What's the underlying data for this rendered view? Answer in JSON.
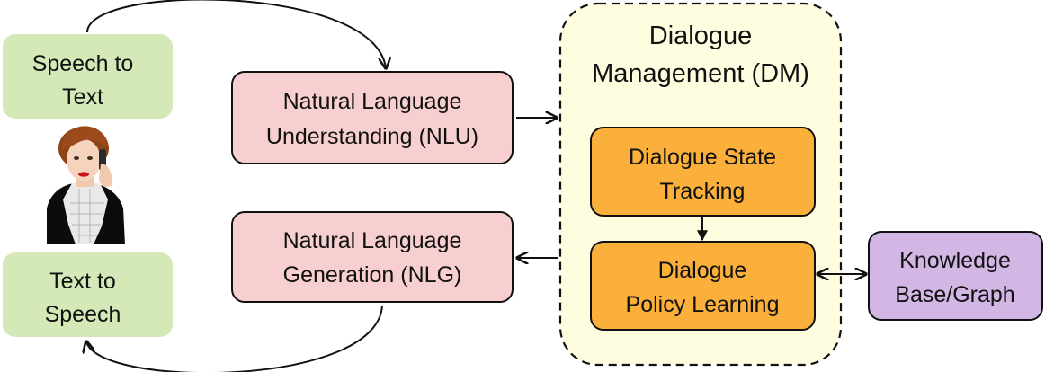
{
  "nodes": {
    "speech_to_text": {
      "line1": "Speech to",
      "line2": "Text",
      "color": "#d5e8b8"
    },
    "text_to_speech": {
      "line1": "Text",
      "line2": "to",
      "line3": "Speech",
      "color": "#d5e8b8"
    },
    "nlu": {
      "line1": "Natural Language",
      "line2": "Understanding (NLU)",
      "color": "#f8cfd0"
    },
    "nlg": {
      "line1": "Natural Language",
      "line2": "Generation (NLG)",
      "color": "#f8cfd0"
    },
    "dm": {
      "line1": "Dialogue",
      "line2": "Management (DM)",
      "color": "#fefde0"
    },
    "dst": {
      "line1": "Dialogue State",
      "line2": "Tracking",
      "color": "#fbb03b"
    },
    "dpl": {
      "line1": "Dialogue",
      "line2": "Policy Learning",
      "color": "#fbb03b"
    },
    "kb": {
      "line1": "Knowledge",
      "line2": "Base/Graph",
      "color": "#d2b7e5"
    }
  },
  "icons": {
    "user": "person-on-phone-icon"
  },
  "colors": {
    "stroke": "#111111",
    "accent_orange": "#fbb03b"
  }
}
